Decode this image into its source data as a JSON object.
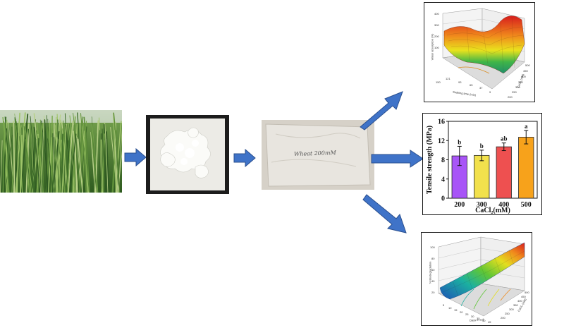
{
  "photos": {
    "grass": {
      "description_icon": "grass-photo"
    },
    "fiber": {
      "description_icon": "cellulose-fiber-photo"
    },
    "film": {
      "handwritten_label": "Wheat 200mM"
    }
  },
  "top_surface": {
    "zlabel": "Water absorption (%)",
    "xlabel": "Soaking time (min)",
    "ylabel": "CaCl₂ (mM)",
    "z_ticks": [
      "400",
      "300",
      "200",
      "100"
    ],
    "x_ticks": [
      "150",
      "121",
      "93",
      "65",
      "37",
      "9"
    ],
    "y_ticks": [
      "500",
      "450",
      "400",
      "350",
      "300",
      "250",
      "200"
    ]
  },
  "bar_chart": {
    "ylabel": "Tensile strength (MPa)",
    "xlabel": "CaCl₂(mM)",
    "y_ticks": [
      "16",
      "12",
      "8",
      "4",
      "0"
    ],
    "categories": [
      "200",
      "300",
      "400",
      "500"
    ],
    "letters": [
      "b",
      "b",
      "ab",
      "a"
    ],
    "colors": [
      "#a855f7",
      "#f2e14c",
      "#ee5050",
      "#f7a21b"
    ]
  },
  "bottom_surface": {
    "zlabel": "% Biodegradation",
    "xlabel": "Days in soil",
    "ylabel": "CaCl₂ (mM)",
    "z_ticks": [
      "100",
      "80",
      "60",
      "40",
      "20"
    ],
    "x_ticks": [
      "5",
      "10",
      "15",
      "20",
      "25",
      "30",
      "35",
      "40",
      "45"
    ],
    "y_ticks": [
      "500",
      "450",
      "400",
      "350",
      "300",
      "250",
      "200"
    ]
  },
  "chart_data": {
    "type": "bar",
    "categories": [
      "200",
      "300",
      "400",
      "500"
    ],
    "values": [
      8.8,
      8.9,
      10.7,
      12.7
    ],
    "errors": [
      2.0,
      1.1,
      0.8,
      1.4
    ],
    "xlabel": "CaCl₂(mM)",
    "ylabel": "Tensile strength (MPa)",
    "ylim": [
      0,
      16
    ],
    "annotations": [
      "b",
      "b",
      "ab",
      "a"
    ]
  }
}
